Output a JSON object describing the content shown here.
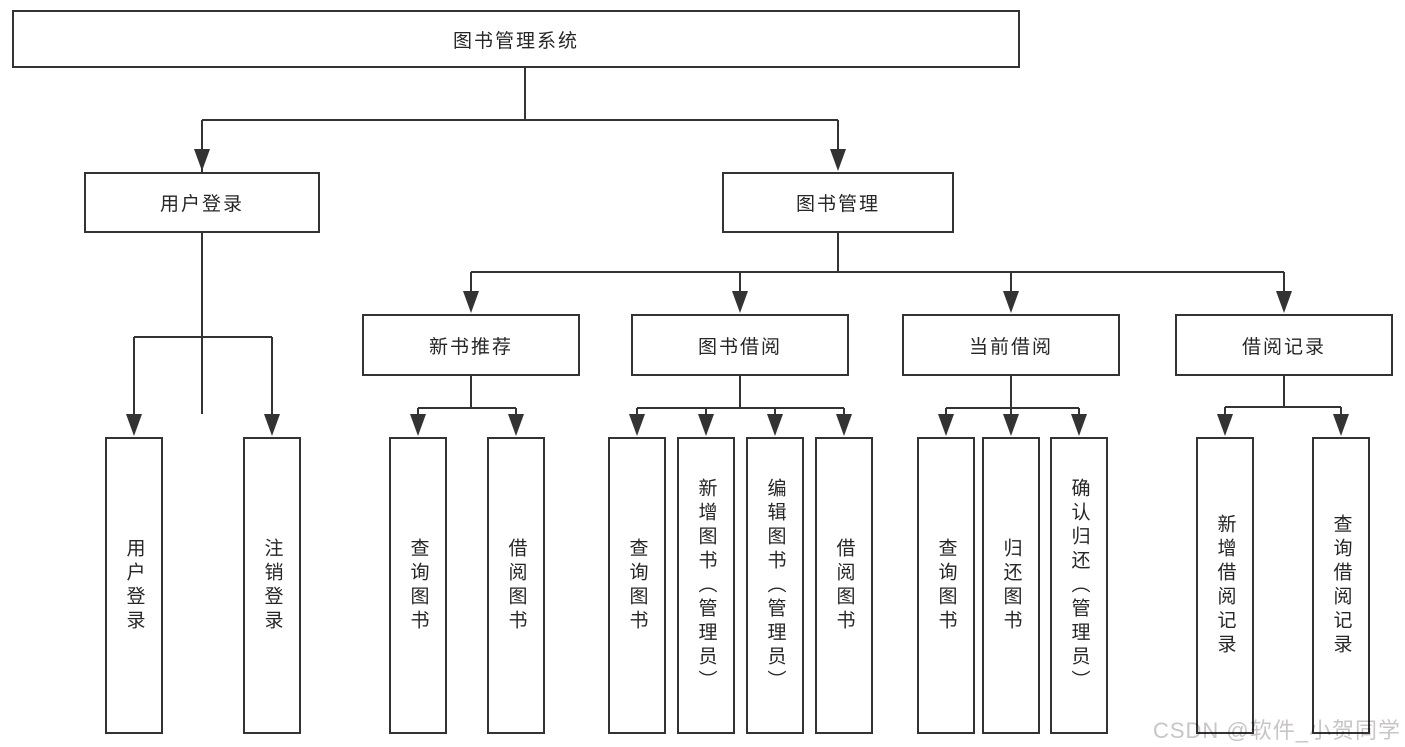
{
  "diagram": {
    "root": {
      "label": "图书管理系统"
    },
    "user_login": {
      "label": "用户登录",
      "children": [
        {
          "label": "用户登录"
        },
        {
          "label": "注销登录"
        }
      ]
    },
    "book_management": {
      "label": "图书管理",
      "sections": [
        {
          "label": "新书推荐",
          "children": [
            {
              "label": "查询图书"
            },
            {
              "label": "借阅图书"
            }
          ]
        },
        {
          "label": "图书借阅",
          "children": [
            {
              "label": "查询图书"
            },
            {
              "label": "新增图书（管理员）"
            },
            {
              "label": "编辑图书（管理员）"
            },
            {
              "label": "借阅图书"
            }
          ]
        },
        {
          "label": "当前借阅",
          "children": [
            {
              "label": "查询图书"
            },
            {
              "label": "归还图书"
            },
            {
              "label": "确认归还（管理员）"
            }
          ]
        },
        {
          "label": "借阅记录",
          "children": [
            {
              "label": "新增借阅记录"
            },
            {
              "label": "查询借阅记录"
            }
          ]
        }
      ]
    },
    "line_color": "#333333",
    "box_border_color": "#333333",
    "background_color": "#ffffff"
  },
  "watermark": {
    "text": "CSDN @软件_小贺同学"
  }
}
